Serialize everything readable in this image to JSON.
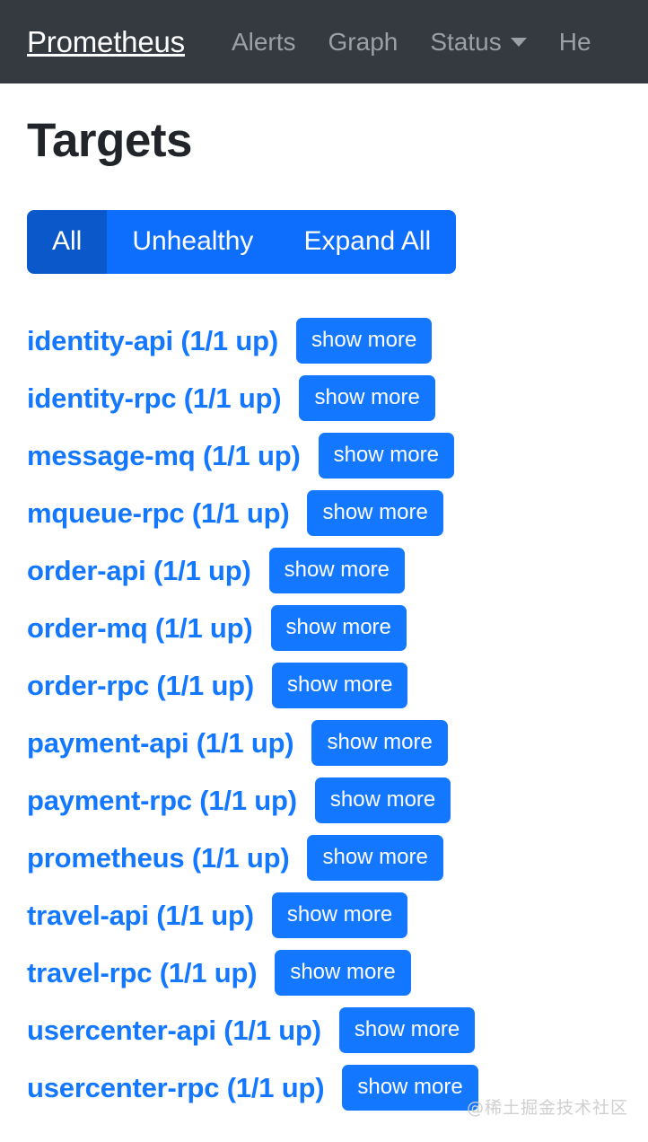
{
  "navbar": {
    "brand": "Prometheus",
    "links": [
      {
        "label": "Alerts",
        "caret": false
      },
      {
        "label": "Graph",
        "caret": false
      },
      {
        "label": "Status",
        "caret": true
      },
      {
        "label": "He",
        "caret": false
      }
    ],
    "background_color": "#343a40",
    "brand_color": "#ffffff",
    "link_color": "#9aa0a6"
  },
  "page": {
    "title": "Targets"
  },
  "filters": {
    "buttons": [
      {
        "label": "All",
        "active": true
      },
      {
        "label": "Unhealthy",
        "active": false
      },
      {
        "label": "Expand All",
        "active": false
      }
    ],
    "active_color": "#0a58ca",
    "inactive_color": "#0d6efd"
  },
  "targets": {
    "show_more_label": "show more",
    "link_color": "#1378ff",
    "rows": [
      {
        "name": "identity-api",
        "status": "(1/1 up)",
        "label": "identity-api (1/1 up)"
      },
      {
        "name": "identity-rpc",
        "status": "(1/1 up)",
        "label": "identity-rpc (1/1 up)"
      },
      {
        "name": "message-mq",
        "status": "(1/1 up)",
        "label": "message-mq (1/1 up)"
      },
      {
        "name": "mqueue-rpc",
        "status": "(1/1 up)",
        "label": "mqueue-rpc (1/1 up)"
      },
      {
        "name": "order-api",
        "status": "(1/1 up)",
        "label": "order-api (1/1 up)"
      },
      {
        "name": "order-mq",
        "status": "(1/1 up)",
        "label": "order-mq (1/1 up)"
      },
      {
        "name": "order-rpc",
        "status": "(1/1 up)",
        "label": "order-rpc (1/1 up)"
      },
      {
        "name": "payment-api",
        "status": "(1/1 up)",
        "label": "payment-api (1/1 up)"
      },
      {
        "name": "payment-rpc",
        "status": "(1/1 up)",
        "label": "payment-rpc (1/1 up)"
      },
      {
        "name": "prometheus",
        "status": "(1/1 up)",
        "label": "prometheus (1/1 up)"
      },
      {
        "name": "travel-api",
        "status": "(1/1 up)",
        "label": "travel-api (1/1 up)"
      },
      {
        "name": "travel-rpc",
        "status": "(1/1 up)",
        "label": "travel-rpc (1/1 up)"
      },
      {
        "name": "usercenter-api",
        "status": "(1/1 up)",
        "label": "usercenter-api (1/1 up)"
      },
      {
        "name": "usercenter-rpc",
        "status": "(1/1 up)",
        "label": "usercenter-rpc (1/1 up)"
      }
    ]
  },
  "watermark": {
    "text": "@稀土掘金技术社区"
  }
}
